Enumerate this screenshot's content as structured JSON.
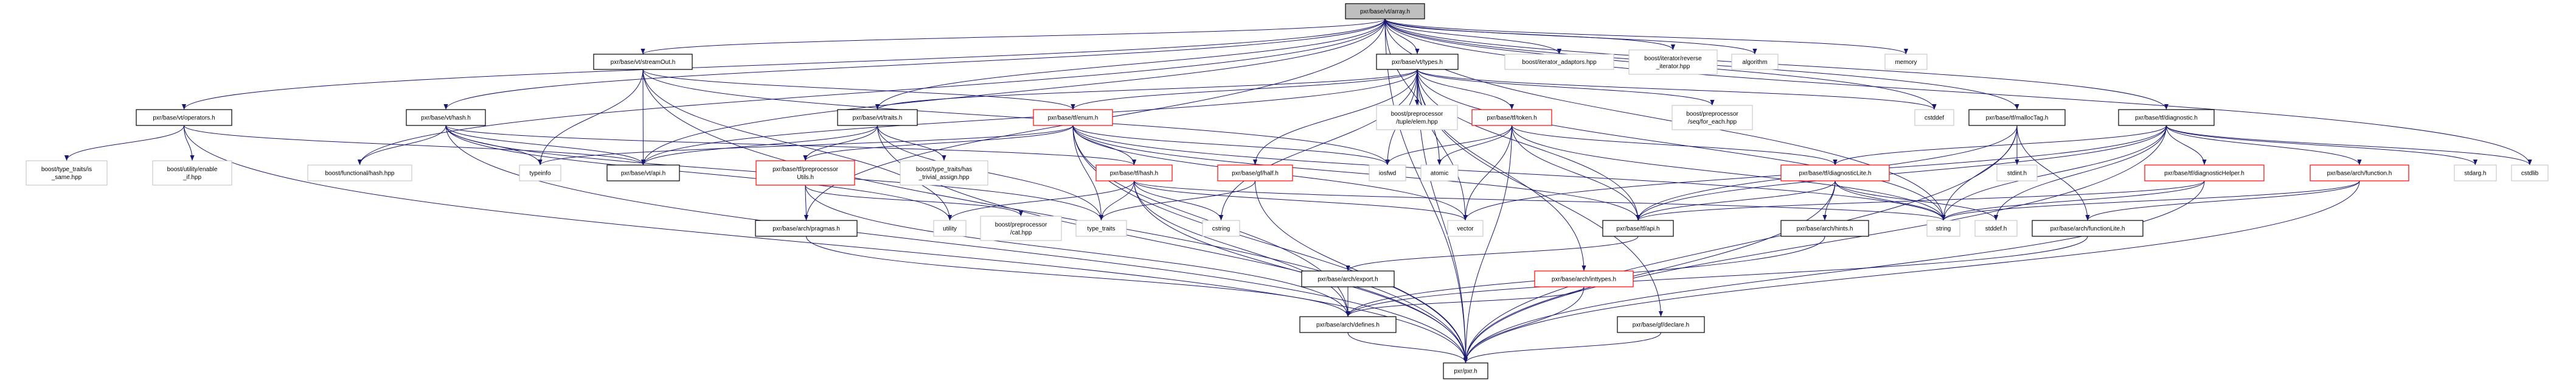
{
  "graph": {
    "title": "pxr/base/vt/array.h include dependency graph",
    "colors": {
      "edge": "#191970",
      "root_fill": "#bfbfbf",
      "normal_border": "#000000",
      "truncated_border": "#ff0000",
      "external_border": "#bfbfbf"
    },
    "nodes": [
      {
        "id": "array",
        "lines": [
          "pxr/base/vt/array.h"
        ],
        "kind": "root"
      },
      {
        "id": "operators",
        "lines": [
          "pxr/base/vt/operators.h"
        ],
        "kind": "normal"
      },
      {
        "id": "is_same",
        "lines": [
          "boost/type_traits/is",
          "_same.hpp"
        ],
        "kind": "external"
      },
      {
        "id": "enable_if",
        "lines": [
          "boost/utility/enable",
          "_if.hpp"
        ],
        "kind": "external"
      },
      {
        "id": "fhash",
        "lines": [
          "boost/functional/hash.hpp"
        ],
        "kind": "external"
      },
      {
        "id": "vthash",
        "lines": [
          "pxr/base/vt/hash.h"
        ],
        "kind": "normal"
      },
      {
        "id": "typeinfo",
        "lines": [
          "typeinfo"
        ],
        "kind": "external"
      },
      {
        "id": "vtapi",
        "lines": [
          "pxr/base/vt/api.h"
        ],
        "kind": "normal"
      },
      {
        "id": "streamout",
        "lines": [
          "pxr/base/vt/streamOut.h"
        ],
        "kind": "normal"
      },
      {
        "id": "traits",
        "lines": [
          "pxr/base/vt/traits.h"
        ],
        "kind": "normal"
      },
      {
        "id": "enum",
        "lines": [
          "pxr/base/tf/enum.h"
        ],
        "kind": "truncated"
      },
      {
        "id": "pputils",
        "lines": [
          "pxr/base/tf/preprocessor",
          "Utils.h"
        ],
        "kind": "truncated"
      },
      {
        "id": "trivassign",
        "lines": [
          "boost/type_traits/has",
          "_trivial_assign.hpp"
        ],
        "kind": "external"
      },
      {
        "id": "tfhash",
        "lines": [
          "pxr/base/tf/hash.h"
        ],
        "kind": "truncated"
      },
      {
        "id": "half",
        "lines": [
          "pxr/base/gf/half.h"
        ],
        "kind": "truncated"
      },
      {
        "id": "pragmas",
        "lines": [
          "pxr/base/arch/pragmas.h"
        ],
        "kind": "normal"
      },
      {
        "id": "utility",
        "lines": [
          "utility"
        ],
        "kind": "external"
      },
      {
        "id": "cat",
        "lines": [
          "boost/preprocessor",
          "/cat.hpp"
        ],
        "kind": "external"
      },
      {
        "id": "type_traits",
        "lines": [
          "type_traits"
        ],
        "kind": "external"
      },
      {
        "id": "cstring",
        "lines": [
          "cstring"
        ],
        "kind": "external"
      },
      {
        "id": "types",
        "lines": [
          "pxr/base/vt/types.h"
        ],
        "kind": "normal"
      },
      {
        "id": "iter_adaptors",
        "lines": [
          "boost/iterator_adaptors.hpp"
        ],
        "kind": "external"
      },
      {
        "id": "rev_iter",
        "lines": [
          "boost/iterator/reverse",
          "_iterator.hpp"
        ],
        "kind": "external"
      },
      {
        "id": "algorithm",
        "lines": [
          "algorithm"
        ],
        "kind": "external"
      },
      {
        "id": "memory",
        "lines": [
          "memory"
        ],
        "kind": "external"
      },
      {
        "id": "tuple_elem",
        "lines": [
          "boost/preprocessor",
          "/tuple/elem.hpp"
        ],
        "kind": "external"
      },
      {
        "id": "token",
        "lines": [
          "pxr/base/tf/token.h"
        ],
        "kind": "truncated"
      },
      {
        "id": "for_each",
        "lines": [
          "boost/preprocessor",
          "/seq/for_each.hpp"
        ],
        "kind": "external"
      },
      {
        "id": "cstddef",
        "lines": [
          "cstddef"
        ],
        "kind": "external"
      },
      {
        "id": "iosfwd",
        "lines": [
          "iosfwd"
        ],
        "kind": "external"
      },
      {
        "id": "atomic",
        "lines": [
          "atomic"
        ],
        "kind": "external"
      },
      {
        "id": "diaglite",
        "lines": [
          "pxr/base/tf/diagnosticLite.h"
        ],
        "kind": "truncated"
      },
      {
        "id": "vector",
        "lines": [
          "vector"
        ],
        "kind": "external"
      },
      {
        "id": "tfapi",
        "lines": [
          "pxr/base/tf/api.h"
        ],
        "kind": "normal"
      },
      {
        "id": "hints",
        "lines": [
          "pxr/base/arch/hints.h"
        ],
        "kind": "normal"
      },
      {
        "id": "string",
        "lines": [
          "string"
        ],
        "kind": "external"
      },
      {
        "id": "export",
        "lines": [
          "pxr/base/arch/export.h"
        ],
        "kind": "normal"
      },
      {
        "id": "inttypes",
        "lines": [
          "pxr/base/arch/inttypes.h"
        ],
        "kind": "truncated"
      },
      {
        "id": "defines",
        "lines": [
          "pxr/base/arch/defines.h"
        ],
        "kind": "normal"
      },
      {
        "id": "declare",
        "lines": [
          "pxr/base/gf/declare.h"
        ],
        "kind": "normal"
      },
      {
        "id": "pxr",
        "lines": [
          "pxr/pxr.h"
        ],
        "kind": "normal"
      },
      {
        "id": "malloctag",
        "lines": [
          "pxr/base/tf/mallocTag.h"
        ],
        "kind": "normal"
      },
      {
        "id": "diagnostic",
        "lines": [
          "pxr/base/tf/diagnostic.h"
        ],
        "kind": "normal"
      },
      {
        "id": "stdint",
        "lines": [
          "stdint.h"
        ],
        "kind": "external"
      },
      {
        "id": "diaghelper",
        "lines": [
          "pxr/base/tf/diagnosticHelper.h"
        ],
        "kind": "truncated"
      },
      {
        "id": "function",
        "lines": [
          "pxr/base/arch/function.h"
        ],
        "kind": "truncated"
      },
      {
        "id": "stdarg",
        "lines": [
          "stdarg.h"
        ],
        "kind": "external"
      },
      {
        "id": "cstdlib",
        "lines": [
          "cstdlib"
        ],
        "kind": "external"
      },
      {
        "id": "stddef",
        "lines": [
          "stddef.h"
        ],
        "kind": "external"
      },
      {
        "id": "functionlite",
        "lines": [
          "pxr/base/arch/functionLite.h"
        ],
        "kind": "normal"
      }
    ],
    "edges": [
      [
        "array",
        "operators"
      ],
      [
        "array",
        "streamout"
      ],
      [
        "array",
        "vthash"
      ],
      [
        "array",
        "fhash"
      ],
      [
        "array",
        "vtapi"
      ],
      [
        "array",
        "types"
      ],
      [
        "array",
        "traits"
      ],
      [
        "array",
        "iter_adaptors"
      ],
      [
        "array",
        "rev_iter"
      ],
      [
        "array",
        "algorithm"
      ],
      [
        "array",
        "memory"
      ],
      [
        "array",
        "cstddef"
      ],
      [
        "array",
        "malloctag"
      ],
      [
        "array",
        "diagnostic"
      ],
      [
        "array",
        "cstdlib"
      ],
      [
        "array",
        "pxr"
      ],
      [
        "array",
        "atomic"
      ],
      [
        "array",
        "pragmas"
      ],
      [
        "array",
        "string"
      ],
      [
        "operators",
        "is_same"
      ],
      [
        "operators",
        "enable_if"
      ],
      [
        "operators",
        "vtapi"
      ],
      [
        "operators",
        "pxr"
      ],
      [
        "vthash",
        "fhash"
      ],
      [
        "vthash",
        "typeinfo"
      ],
      [
        "vthash",
        "vtapi"
      ],
      [
        "vthash",
        "tfhash"
      ],
      [
        "vthash",
        "pxr"
      ],
      [
        "vthash",
        "utility"
      ],
      [
        "vthash",
        "type_traits"
      ],
      [
        "streamout",
        "vtapi"
      ],
      [
        "streamout",
        "typeinfo"
      ],
      [
        "streamout",
        "enum"
      ],
      [
        "streamout",
        "iosfwd"
      ],
      [
        "streamout",
        "pxr"
      ],
      [
        "streamout",
        "utility"
      ],
      [
        "types",
        "traits"
      ],
      [
        "types",
        "vtapi"
      ],
      [
        "types",
        "enum"
      ],
      [
        "types",
        "half"
      ],
      [
        "types",
        "tuple_elem"
      ],
      [
        "types",
        "token"
      ],
      [
        "types",
        "for_each"
      ],
      [
        "types",
        "cstddef"
      ],
      [
        "types",
        "iosfwd"
      ],
      [
        "types",
        "inttypes"
      ],
      [
        "types",
        "declare"
      ],
      [
        "types",
        "pxr"
      ],
      [
        "types",
        "string"
      ],
      [
        "types",
        "cstring"
      ],
      [
        "types",
        "vector"
      ],
      [
        "types",
        "tfapi"
      ],
      [
        "traits",
        "vtapi"
      ],
      [
        "traits",
        "pputils"
      ],
      [
        "traits",
        "trivassign"
      ],
      [
        "traits",
        "type_traits"
      ],
      [
        "traits",
        "pxr"
      ],
      [
        "enum",
        "pputils"
      ],
      [
        "enum",
        "tfhash"
      ],
      [
        "enum",
        "type_traits"
      ],
      [
        "enum",
        "vector"
      ],
      [
        "enum",
        "iosfwd"
      ],
      [
        "enum",
        "string"
      ],
      [
        "enum",
        "tfapi"
      ],
      [
        "enum",
        "pxr"
      ],
      [
        "enum",
        "defines"
      ],
      [
        "enum",
        "typeinfo"
      ],
      [
        "pputils",
        "pragmas"
      ],
      [
        "pputils",
        "cat"
      ],
      [
        "pputils",
        "defines"
      ],
      [
        "tfhash",
        "utility"
      ],
      [
        "tfhash",
        "type_traits"
      ],
      [
        "tfhash",
        "cstring"
      ],
      [
        "tfhash",
        "string"
      ],
      [
        "tfhash",
        "vector"
      ],
      [
        "tfhash",
        "defines"
      ],
      [
        "tfhash",
        "pxr"
      ],
      [
        "half",
        "type_traits"
      ],
      [
        "half",
        "pxr"
      ],
      [
        "token",
        "iosfwd"
      ],
      [
        "token",
        "atomic"
      ],
      [
        "token",
        "vector"
      ],
      [
        "token",
        "tfapi"
      ],
      [
        "token",
        "pxr"
      ],
      [
        "token",
        "diaglite"
      ],
      [
        "token",
        "string"
      ],
      [
        "diaglite",
        "tfapi"
      ],
      [
        "diaglite",
        "hints"
      ],
      [
        "diaglite",
        "pxr"
      ],
      [
        "diaglite",
        "stddef"
      ],
      [
        "diaglite",
        "string"
      ],
      [
        "tfapi",
        "export"
      ],
      [
        "hints",
        "defines"
      ],
      [
        "export",
        "defines"
      ],
      [
        "inttypes",
        "defines"
      ],
      [
        "inttypes",
        "pxr"
      ],
      [
        "defines",
        "pxr"
      ],
      [
        "declare",
        "pxr"
      ],
      [
        "pragmas",
        "defines"
      ],
      [
        "malloctag",
        "stdint"
      ],
      [
        "malloctag",
        "string"
      ],
      [
        "malloctag",
        "functionlite"
      ],
      [
        "malloctag",
        "tfapi"
      ],
      [
        "malloctag",
        "pxr"
      ],
      [
        "diagnostic",
        "diaglite"
      ],
      [
        "diagnostic",
        "tfapi"
      ],
      [
        "diagnostic",
        "string"
      ],
      [
        "diagnostic",
        "diaghelper"
      ],
      [
        "diagnostic",
        "function"
      ],
      [
        "diagnostic",
        "stdarg"
      ],
      [
        "diagnostic",
        "cstdlib"
      ],
      [
        "diagnostic",
        "stddef"
      ],
      [
        "diagnostic",
        "pxr"
      ],
      [
        "diagnostic",
        "vector"
      ],
      [
        "diaghelper",
        "string"
      ],
      [
        "diaghelper",
        "tfapi"
      ],
      [
        "diaghelper",
        "pxr"
      ],
      [
        "function",
        "functionlite"
      ],
      [
        "function",
        "string"
      ],
      [
        "function",
        "pxr"
      ],
      [
        "functionlite",
        "defines"
      ]
    ]
  }
}
